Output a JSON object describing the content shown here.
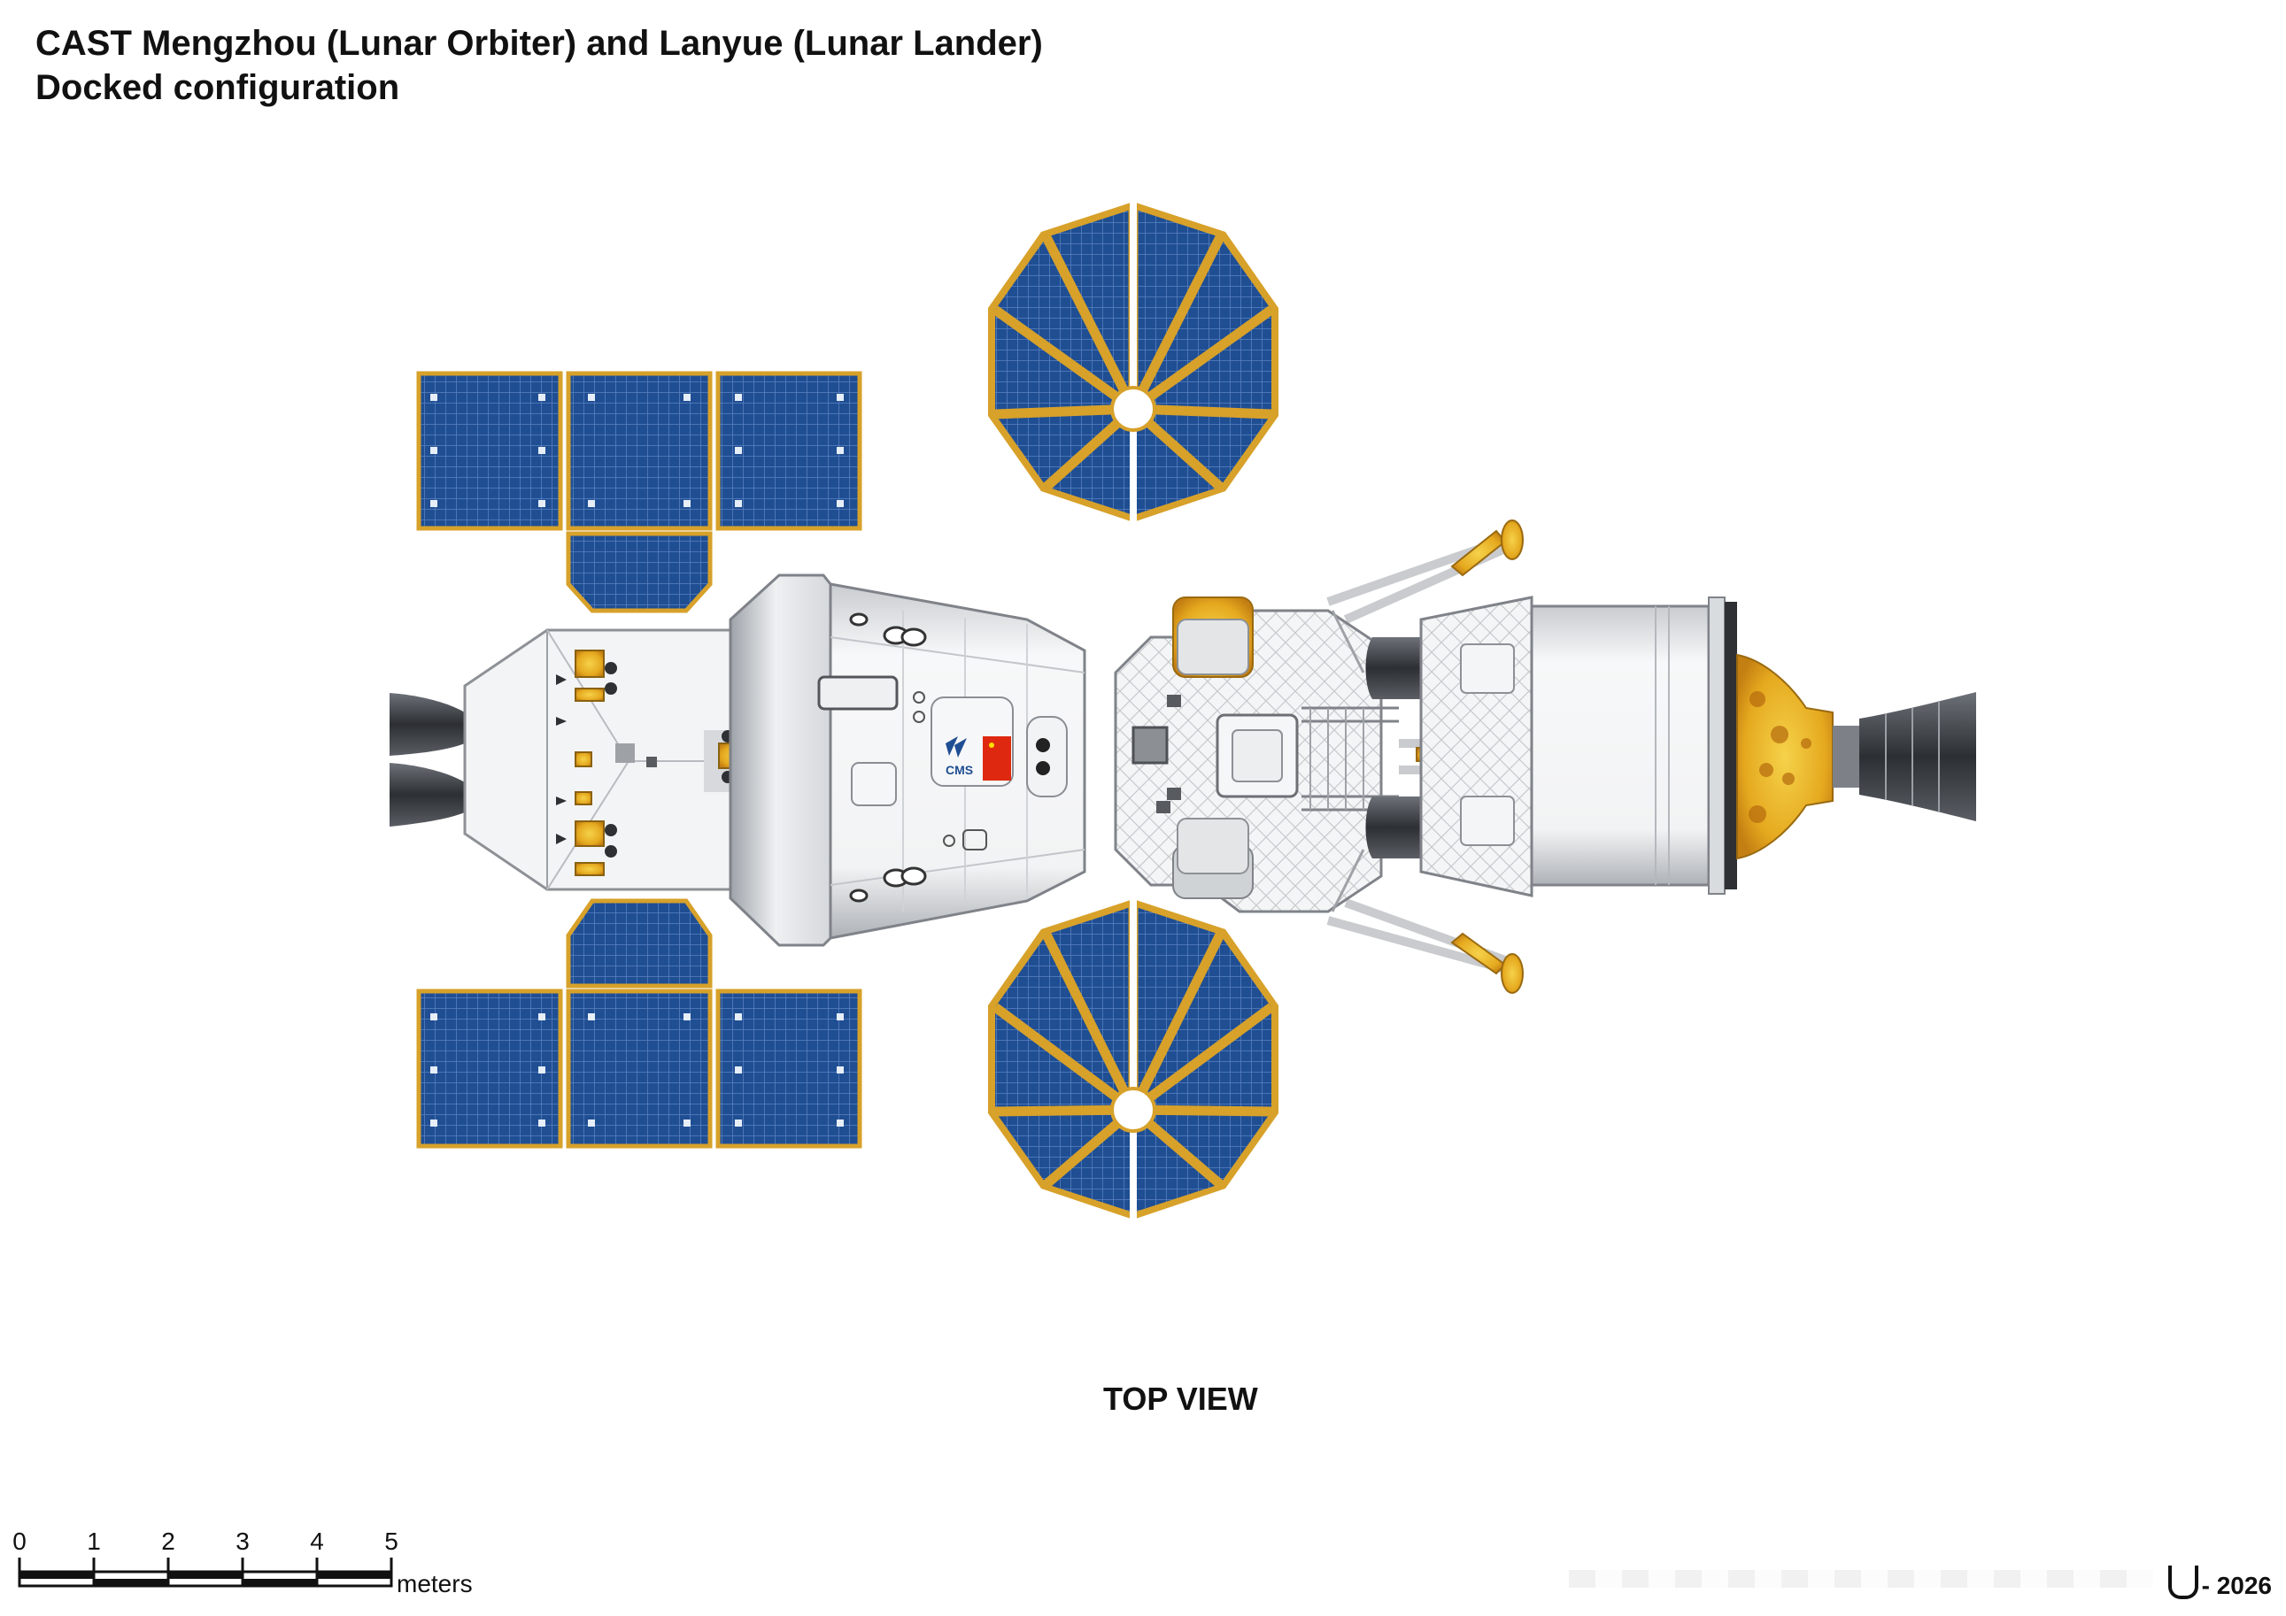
{
  "header": {
    "title_line1": "CAST Mengzhou (Lunar Orbiter) and Lanyue (Lunar Lander)",
    "title_line2": "Docked configuration"
  },
  "view_label": "TOP VIEW",
  "scale_bar": {
    "ticks": [
      "0",
      "1",
      "2",
      "3",
      "4",
      "5"
    ],
    "units": "meters"
  },
  "spacecraft_labels": {
    "agency_mark": "CMS"
  },
  "credit": {
    "year": "2026"
  },
  "colors": {
    "solar_cell": "#1f4e93",
    "solar_frame": "#d7a12a",
    "hull": "#e7e9ec",
    "hull_shade": "#a9adb3",
    "gold_foil": "#e5b22a",
    "flag": "#de2910",
    "nozzle": "#3a3d42"
  }
}
